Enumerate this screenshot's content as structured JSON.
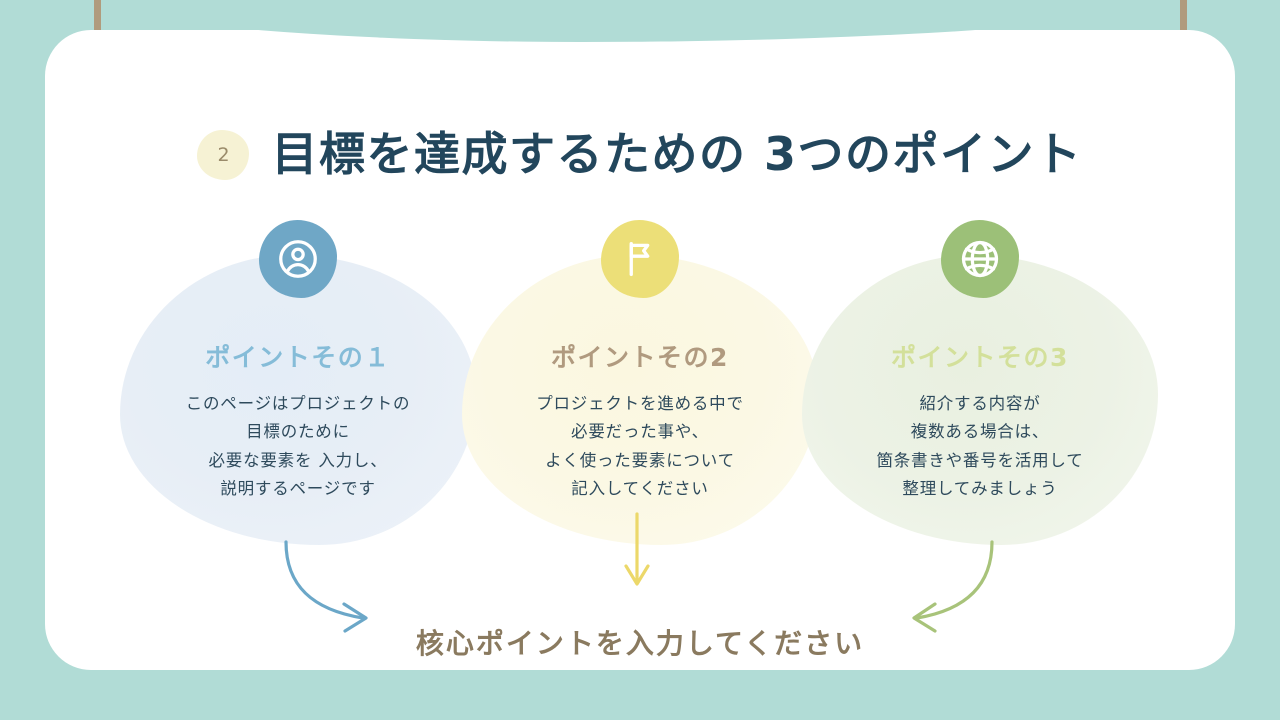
{
  "theme": {
    "background": "#b1dcd6",
    "card": "#ffffff",
    "pin": "#b09b7d",
    "title_color": "#22465c",
    "badge_bg": "#f6f2d4",
    "badge_text": "#9a8b6a",
    "footer_color": "#8a7a5f",
    "accent_blue": "#6fa7c6",
    "accent_yellow": "#ecdf78",
    "accent_green": "#9cc078"
  },
  "header": {
    "badge_number": "2",
    "title": "目標を達成するための 3つのポイント"
  },
  "columns": [
    {
      "icon": "person-circle-icon",
      "icon_bg": "#6fa7c6",
      "heading": "ポイントその１",
      "heading_color": "#85bcd8",
      "body_lines": [
        "このページはプロジェクトの",
        "目標のために",
        "必要な要素を 入力し、",
        "説明するページです"
      ]
    },
    {
      "icon": "flag-icon",
      "icon_bg": "#ecdf78",
      "heading": "ポイントその2",
      "heading_color": "#b09a7f",
      "body_lines": [
        "プロジェクトを進める中で",
        "必要だった事や、",
        "よく使った要素について",
        "記入してください"
      ]
    },
    {
      "icon": "globe-icon",
      "icon_bg": "#9cc078",
      "heading": "ポイントその3",
      "heading_color": "#d3e09a",
      "body_lines": [
        "紹介する内容が",
        "複数ある場合は、",
        "箇条書きや番号を活用して",
        "整理してみましょう"
      ]
    }
  ],
  "arrows": [
    {
      "name": "arrow-left-curved",
      "color": "#6ba7c8",
      "direction": "down-right"
    },
    {
      "name": "arrow-middle-straight",
      "color": "#ecd86a",
      "direction": "down"
    },
    {
      "name": "arrow-right-curved",
      "color": "#a8c37a",
      "direction": "down-left"
    }
  ],
  "footer": {
    "text": "核心ポイントを入力してください"
  }
}
